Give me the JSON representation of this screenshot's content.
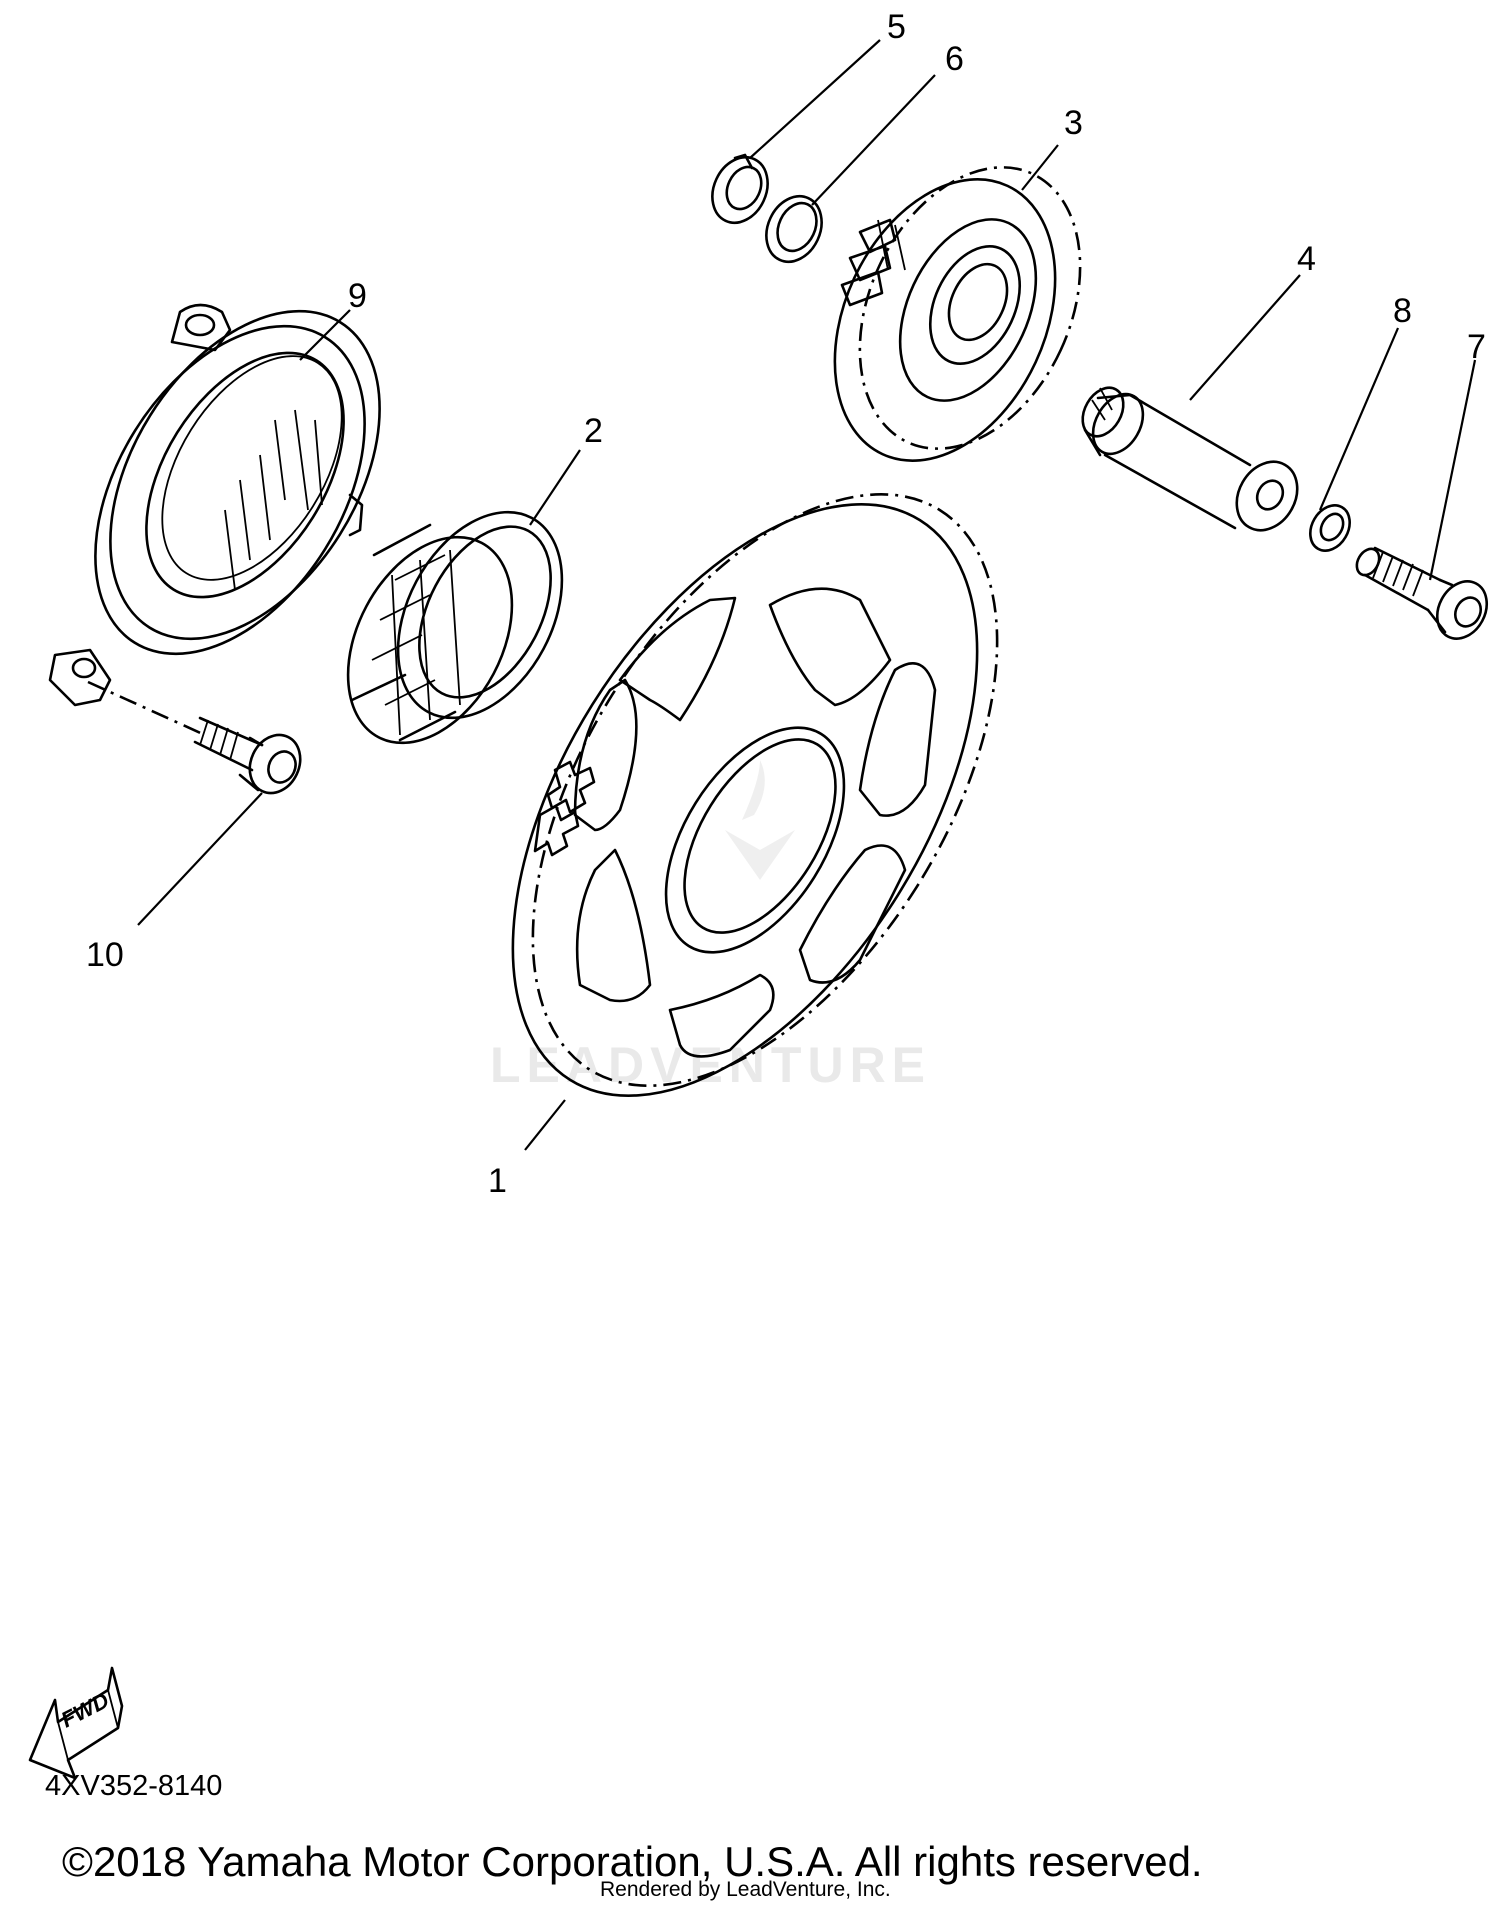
{
  "callouts": [
    {
      "label": "1"
    },
    {
      "label": "2"
    },
    {
      "label": "3"
    },
    {
      "label": "4"
    },
    {
      "label": "5"
    },
    {
      "label": "6"
    },
    {
      "label": "7"
    },
    {
      "label": "8"
    },
    {
      "label": "9"
    },
    {
      "label": "10"
    }
  ],
  "fwd_label": "FWD",
  "diagram_code": "4XV352-8140",
  "copyright": "©2018 Yamaha Motor Corporation, U.S.A. All rights reserved.",
  "watermark": "LEADVENTURE",
  "rendered_by": "Rendered by LeadVenture, Inc."
}
